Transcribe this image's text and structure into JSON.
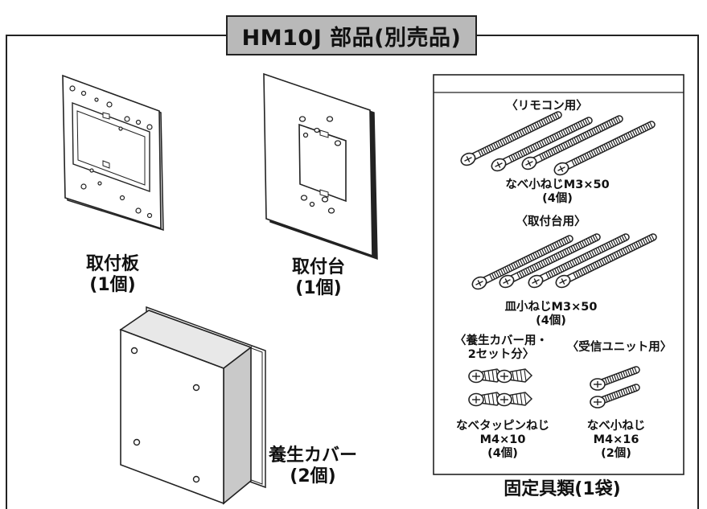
{
  "title": "HM10J 部品(別売品)",
  "parts": {
    "plate": {
      "name": "取付板",
      "qty": "(1個)"
    },
    "base": {
      "name": "取付台",
      "qty": "(1個)"
    },
    "cover": {
      "name": "養生カバー",
      "qty": "(2個)"
    }
  },
  "fasteners": {
    "title": "固定具類(1袋)",
    "remote": {
      "heading": "〈リモコン用〉",
      "name": "なべ小ねじM3×50",
      "qty": "(4個)"
    },
    "mount": {
      "heading": "〈取付台用〉",
      "name": "皿小ねじM3×50",
      "qty": "(4個)"
    },
    "cover_set": {
      "heading_1": "〈養生カバー用・",
      "heading_2": "2セット分〉",
      "name": "なべタッピンねじ",
      "size": "M4×10",
      "qty": "(4個)"
    },
    "receiver": {
      "heading": "〈受信ユニット用〉",
      "name": "なべ小ねじ",
      "size": "M4×16",
      "qty": "(2個)"
    }
  }
}
